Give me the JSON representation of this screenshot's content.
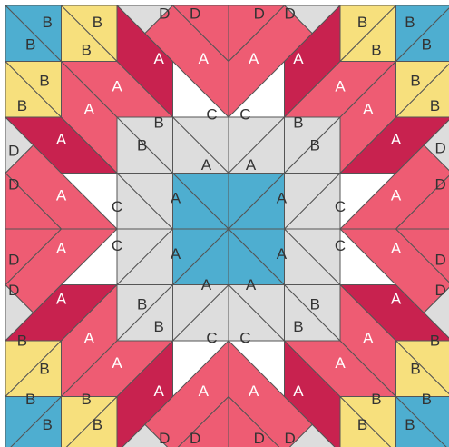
{
  "colors": {
    "blue": "#4eaed0",
    "yellow": "#f7e07d",
    "crimson": "#c8224f",
    "pink": "#ee5c73",
    "gray": "#dddddd",
    "line": "#555555",
    "text_dark": "#333333",
    "text_light": "#ffffff"
  },
  "piece_labels": {
    "A": "A",
    "B": "B",
    "C": "C",
    "D": "D"
  }
}
